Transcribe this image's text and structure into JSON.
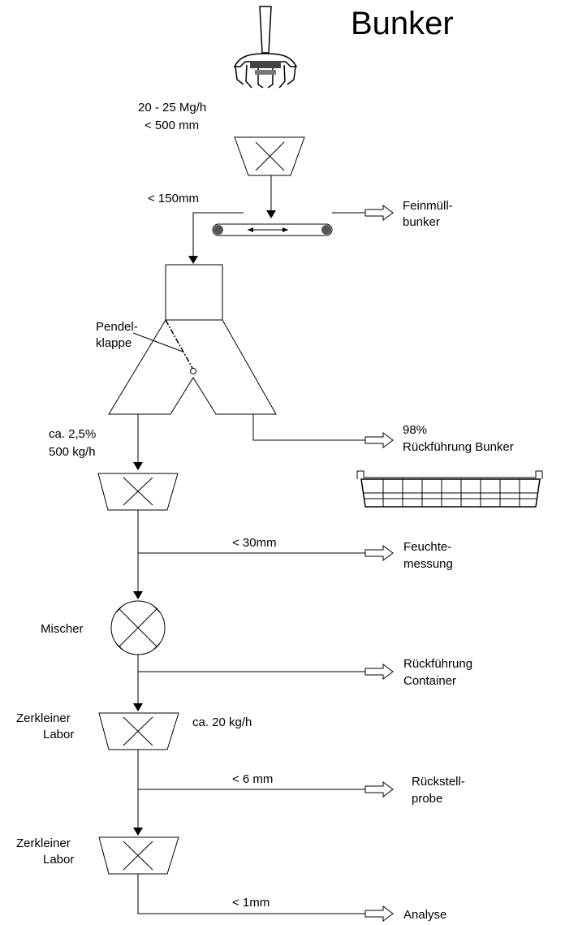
{
  "title": "Bunker",
  "input_rate": "20 - 25 Mg/h",
  "input_size": "<  500 mm",
  "size_150": "< 150mm",
  "feinmuell": [
    "Feinmüll-",
    "bunker"
  ],
  "pendelklappe": [
    "Pendel-",
    "klappe"
  ],
  "split_share": "ca. 2,5%",
  "split_rate": "500 kg/h",
  "return_share": "98%",
  "return_bunker": "Rückführung Bunker",
  "size_30": "< 30mm",
  "feuchte": [
    "Feuchte-",
    "messung"
  ],
  "mischer": "Mischer",
  "container": [
    "Rückführung",
    "Container"
  ],
  "zerkleiner1": [
    "Zerkleiner",
    "Labor"
  ],
  "rate_20": "ca. 20 kg/h",
  "size_6": "< 6 mm",
  "rueckstell": [
    "Rückstell-",
    "probe"
  ],
  "zerkleiner2": [
    "Zerkleiner",
    "Labor"
  ],
  "size_1": "< 1mm",
  "analyse": "Analyse"
}
